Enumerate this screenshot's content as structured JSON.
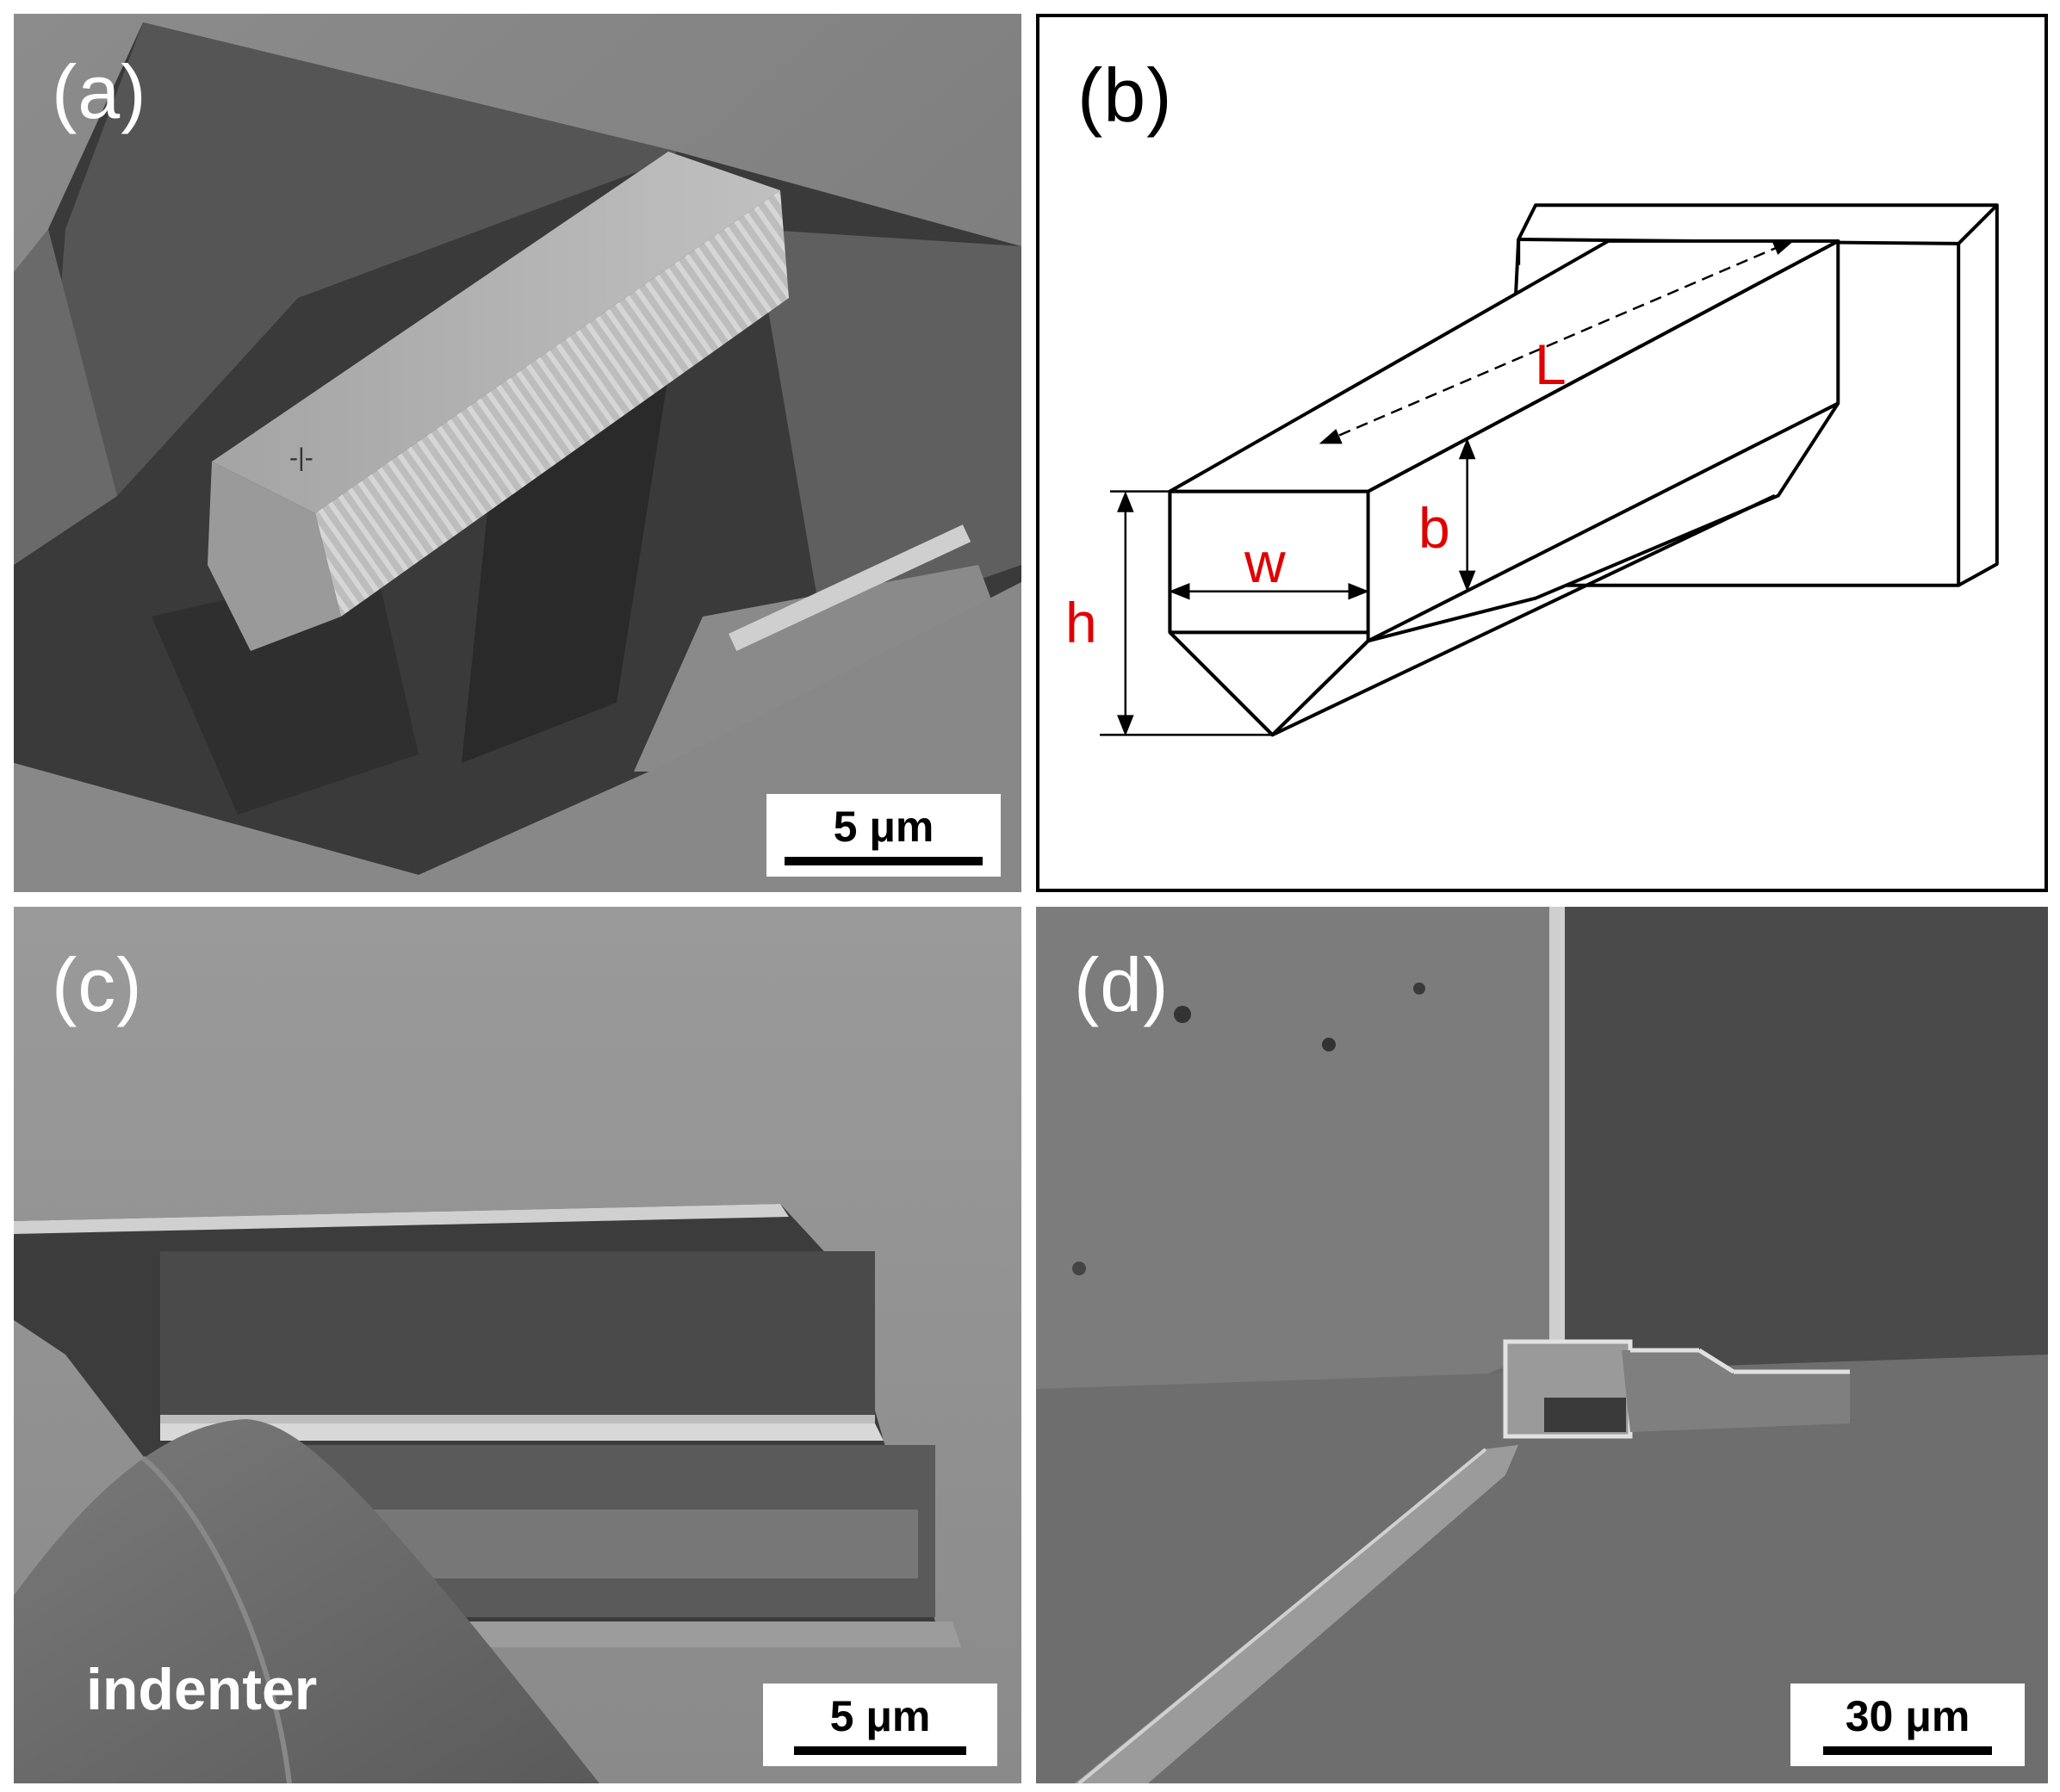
{
  "panels": {
    "a": {
      "label": "(a)",
      "scale_bar": "5 μm"
    },
    "b": {
      "label": "(b)",
      "dimensions": {
        "length": "L",
        "width": "w",
        "height": "h",
        "depth": "b"
      },
      "label_color": "#e00000"
    },
    "c": {
      "label": "(c)",
      "scale_bar": "5 μm",
      "annotation": "indenter"
    },
    "d": {
      "label": "(d)",
      "scale_bar": "30 μm"
    }
  }
}
